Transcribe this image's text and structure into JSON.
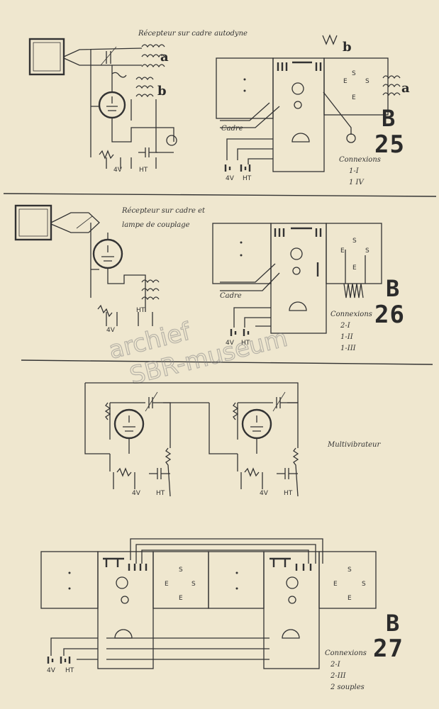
{
  "fig25": {
    "title": "Récepteur sur cadre autodyne",
    "coil_a": "a",
    "coil_b": "b",
    "v4": "4V",
    "ht": "HT",
    "cadre": "Cadre",
    "b_letter": "B",
    "number": "25",
    "connexions_label": "Connexions",
    "connexions": [
      "1-I",
      "1 IV"
    ]
  },
  "fig26": {
    "title_line1": "Récepteur sur cadre et",
    "title_line2": "lampe de couplage",
    "v4": "4V",
    "ht": "HT",
    "cadre": "Cadre",
    "b_letter": "B",
    "number": "26",
    "connexions_label": "Connexions",
    "connexions": [
      "2-I",
      "1-II",
      "1-III"
    ]
  },
  "fig_multi": {
    "title": "Multivibrateur",
    "v4": "4V",
    "ht": "HT"
  },
  "fig27": {
    "v4": "4V",
    "ht": "HT",
    "b_letter": "B",
    "number": "27",
    "connexions_label": "Connexions",
    "connexions": [
      "2-I",
      "2-III",
      "2 souples"
    ]
  },
  "terminal_letters": {
    "s": "S",
    "e": "E"
  },
  "watermark": [
    "archief",
    "SBR-museum"
  ]
}
